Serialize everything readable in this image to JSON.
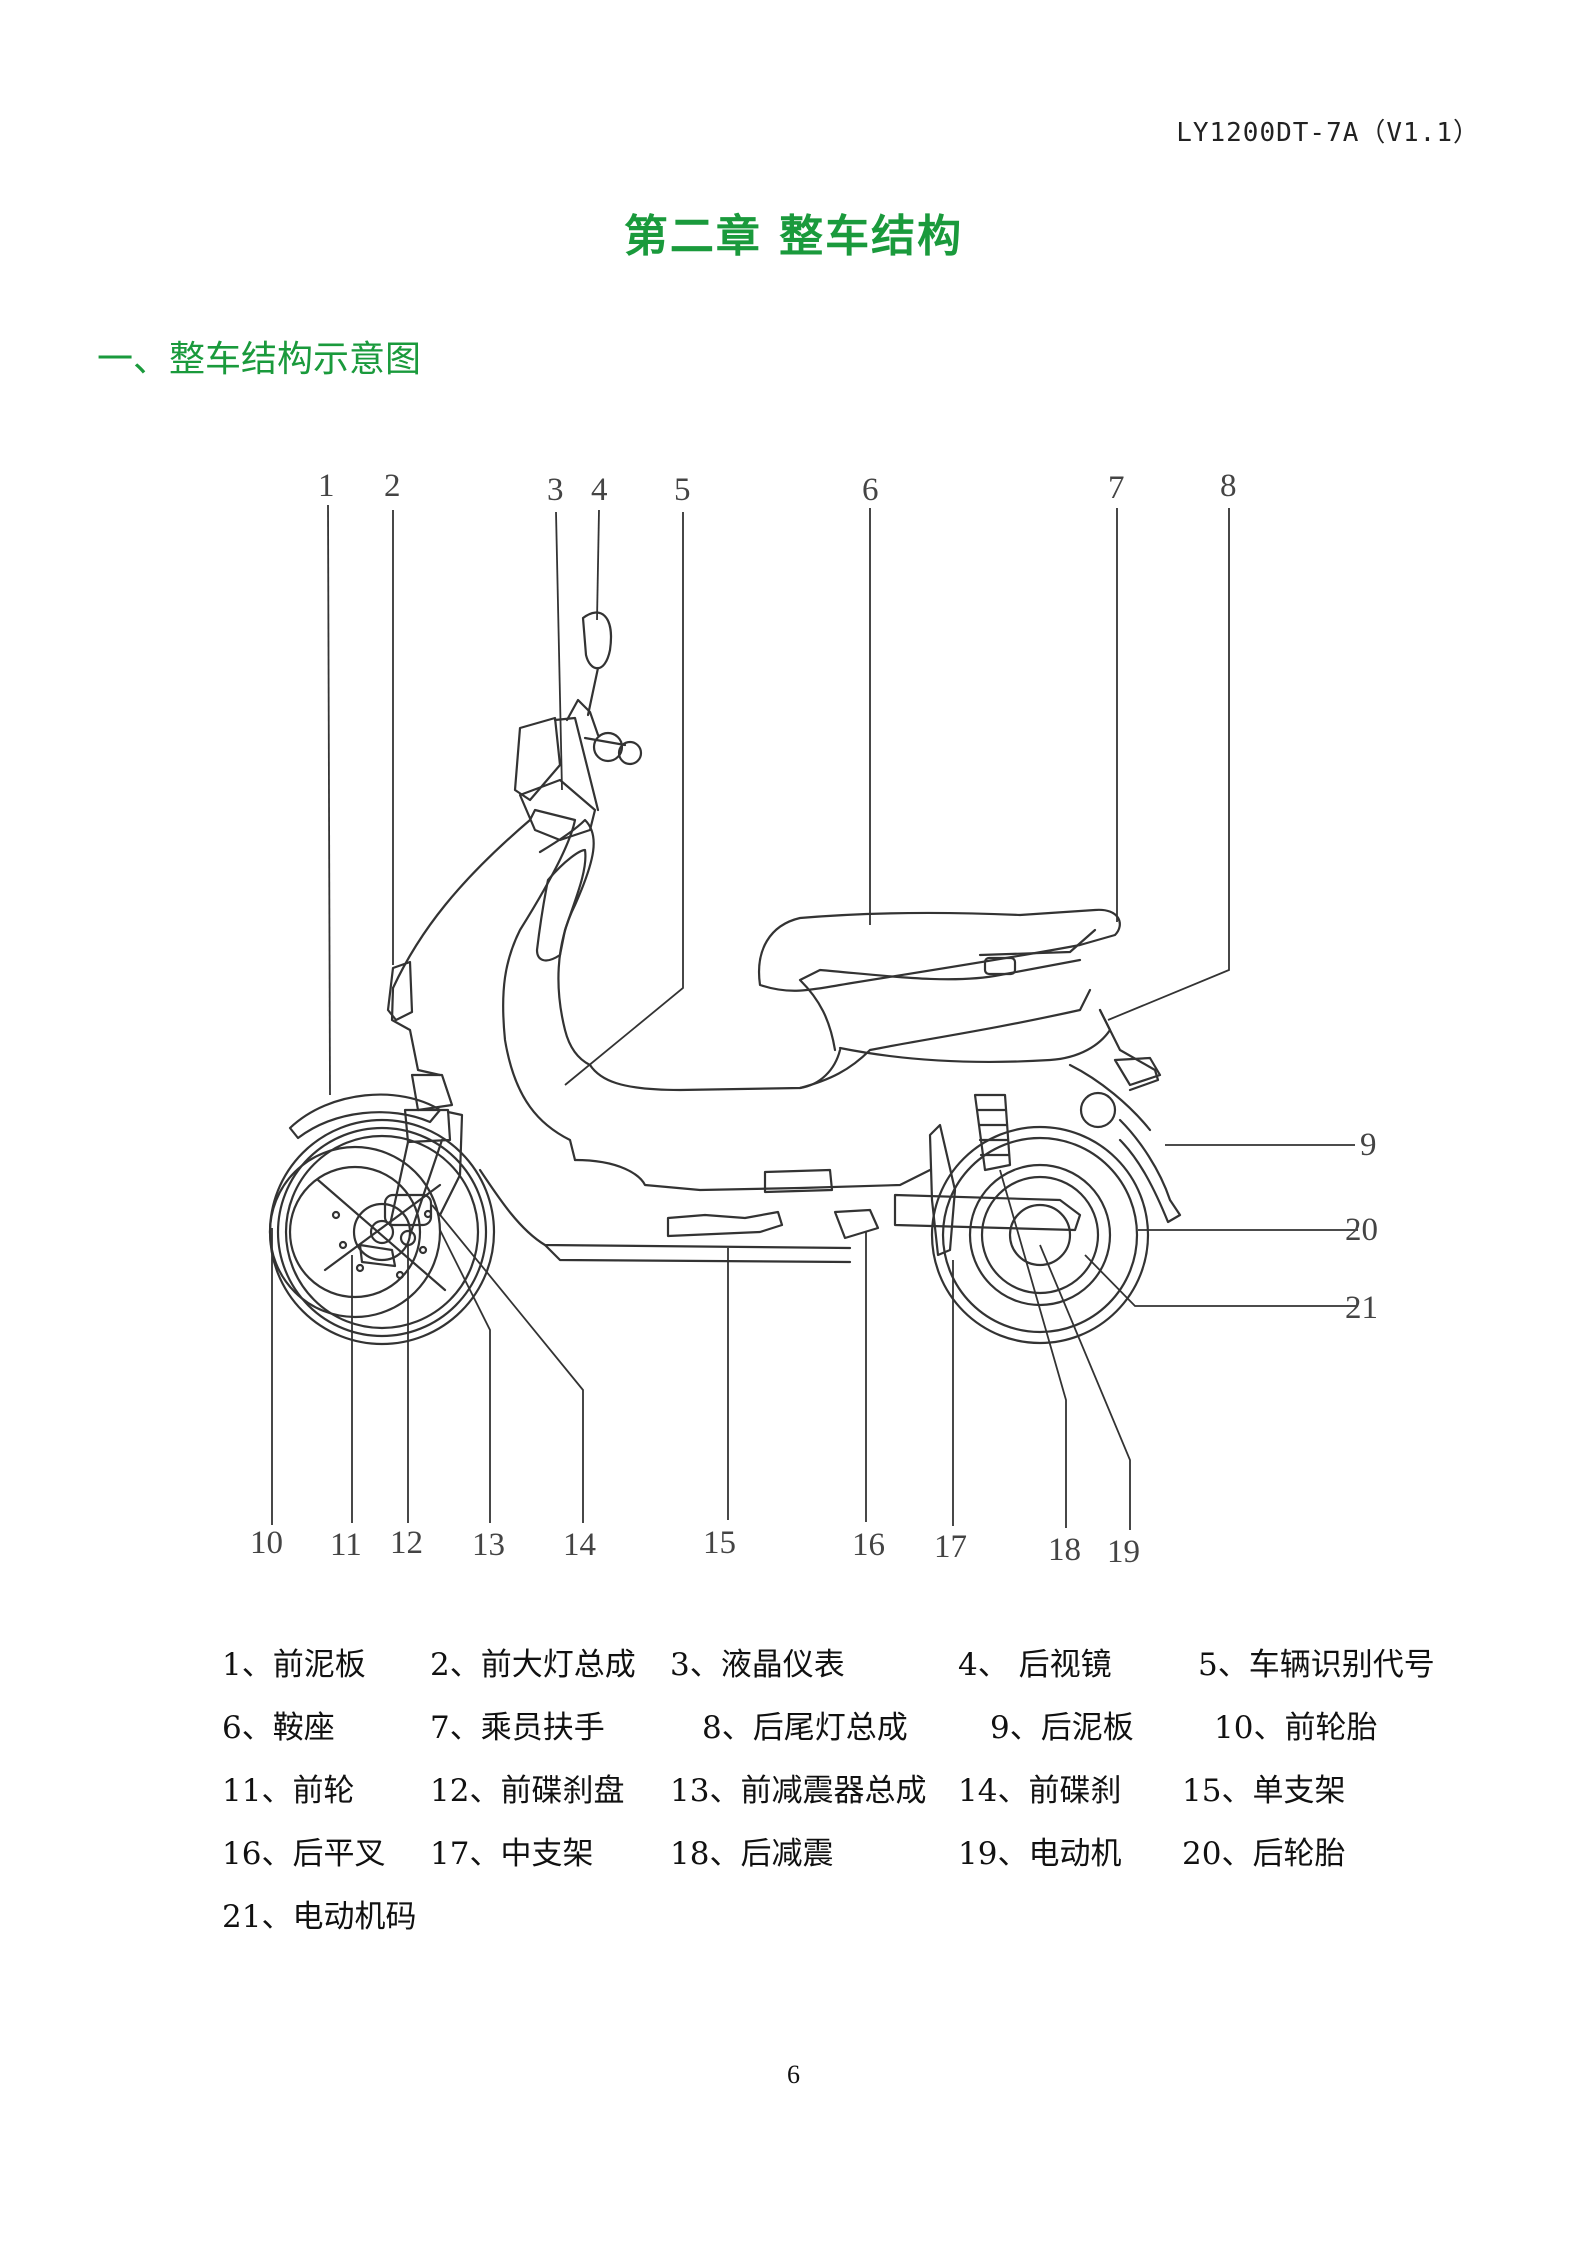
{
  "header": {
    "doc_code": "LY1200DT-7A（V1.1）"
  },
  "chapter_title": "第二章 整车结构",
  "section_title": "一、整车结构示意图",
  "diagram": {
    "callouts": [
      "1",
      "2",
      "3",
      "4",
      "5",
      "6",
      "7",
      "8",
      "9",
      "10",
      "11",
      "12",
      "13",
      "14",
      "15",
      "16",
      "17",
      "18",
      "19",
      "20",
      "21"
    ]
  },
  "legend": {
    "rows": [
      [
        "1、前泥板",
        "2、前大灯总成",
        "3、液晶仪表",
        "4、 后视镜",
        "5、车辆识别代号"
      ],
      [
        "6、鞍座",
        "7、乘员扶手",
        "8、后尾灯总成",
        "9、后泥板",
        "10、前轮胎"
      ],
      [
        "11、前轮",
        "12、前碟刹盘",
        "13、前减震器总成",
        "14、前碟刹",
        "15、单支架"
      ],
      [
        "16、后平叉",
        "17、中支架",
        "18、后减震",
        "19、电动机",
        "20、后轮胎"
      ],
      [
        "21、电动机码"
      ]
    ]
  },
  "page_number": "6"
}
